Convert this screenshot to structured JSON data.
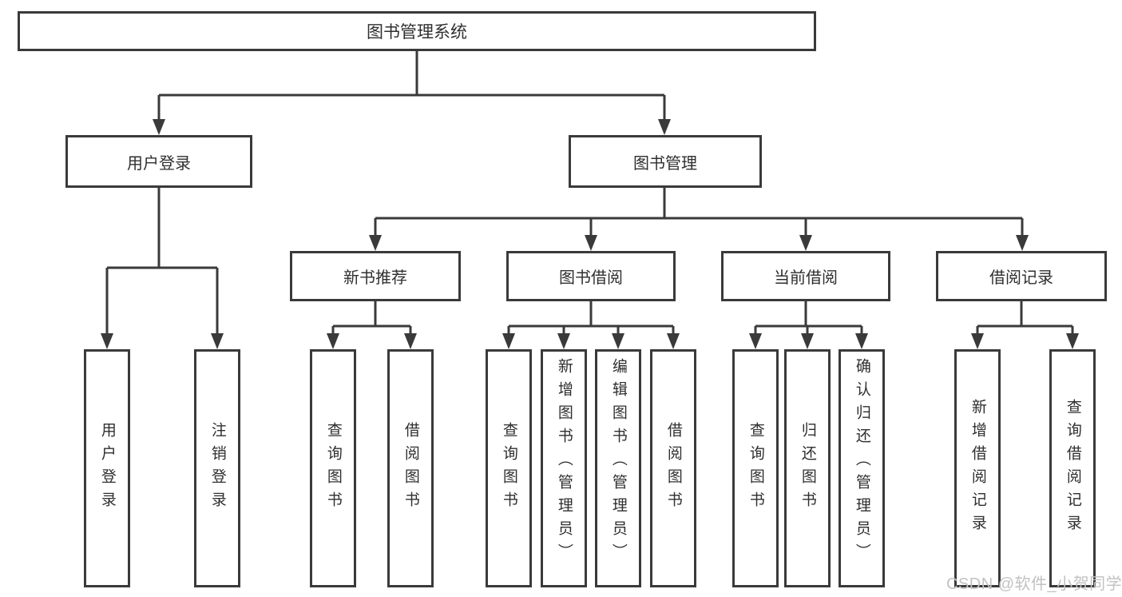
{
  "tree": {
    "root": {
      "label": "图书管理系统"
    },
    "children": [
      {
        "label": "用户登录",
        "children": [
          {
            "label": "用户登录"
          },
          {
            "label": "注销登录"
          }
        ]
      },
      {
        "label": "图书管理",
        "children": [
          {
            "label": "新书推荐",
            "children": [
              {
                "label": "查询图书"
              },
              {
                "label": "借阅图书"
              }
            ]
          },
          {
            "label": "图书借阅",
            "children": [
              {
                "label": "查询图书"
              },
              {
                "label": "新增图书（管理员）"
              },
              {
                "label": "编辑图书（管理员）"
              },
              {
                "label": "借阅图书"
              }
            ]
          },
          {
            "label": "当前借阅",
            "children": [
              {
                "label": "查询图书"
              },
              {
                "label": "归还图书"
              },
              {
                "label": "确认归还（管理员）"
              }
            ]
          },
          {
            "label": "借阅记录",
            "children": [
              {
                "label": "新增借阅记录"
              },
              {
                "label": "查询借阅记录"
              }
            ]
          }
        ]
      }
    ]
  },
  "watermark": {
    "text": "CSDN @软件_小贺同学"
  },
  "colors": {
    "line": "#3a3a3a",
    "text": "#2f2f2f",
    "watermark": "#c2c2c2",
    "background": "#ffffff"
  }
}
